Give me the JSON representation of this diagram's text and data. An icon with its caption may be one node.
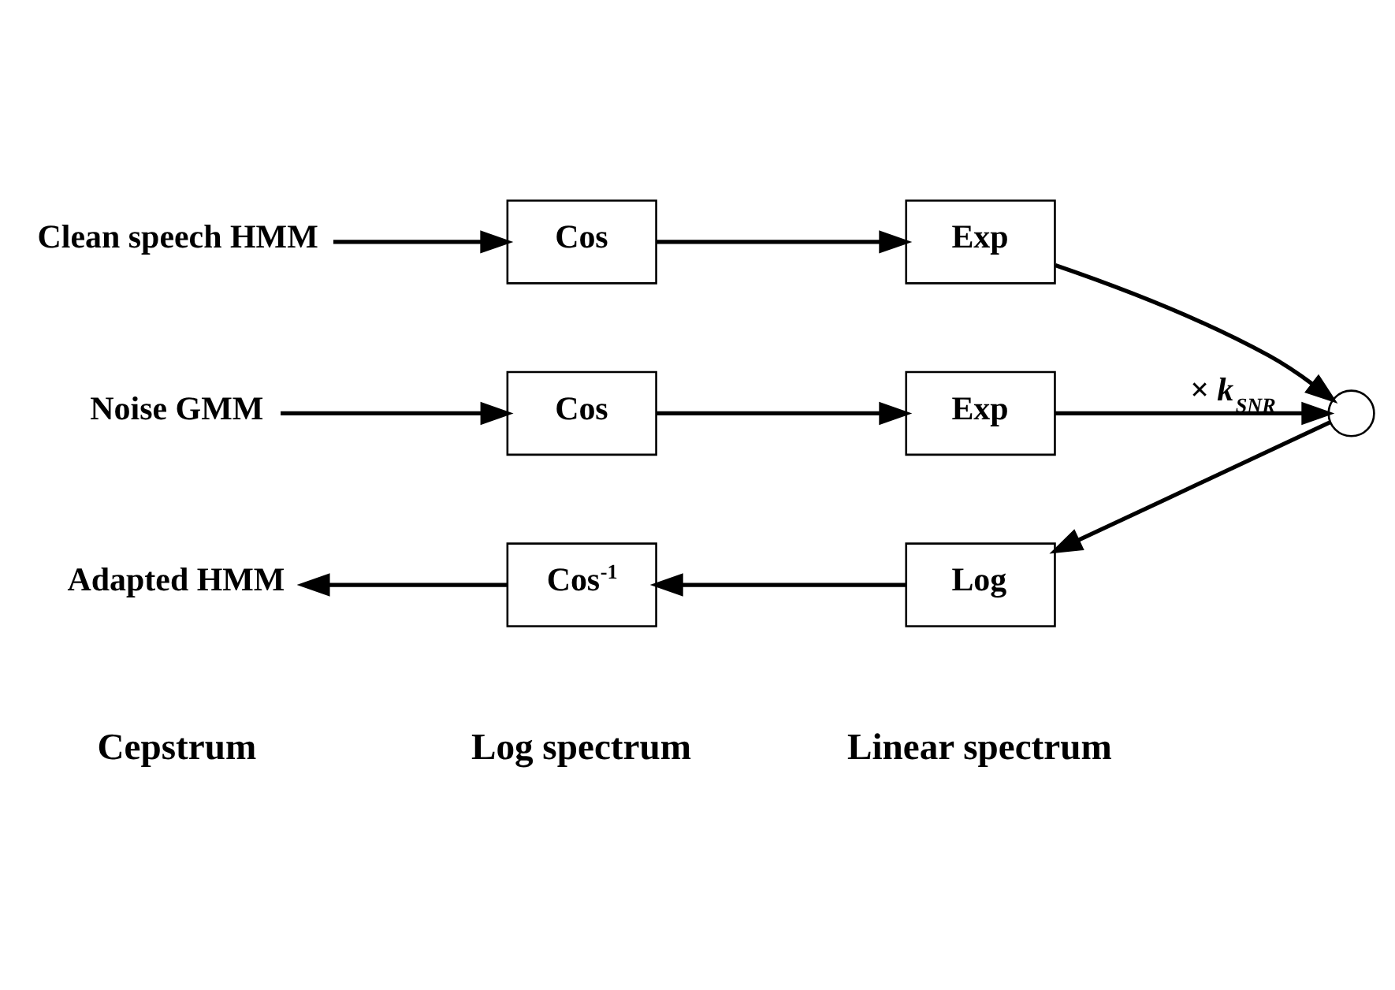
{
  "diagram": {
    "nodes": [
      {
        "text": [
          "Clean speech HMM"
        ]
      },
      {
        "text": [
          "Cos"
        ]
      },
      {
        "text": [
          "Exp"
        ]
      },
      {
        "text": [
          "Noise GMM"
        ]
      },
      {
        "text": [
          "Cos"
        ]
      },
      {
        "text": [
          "Exp"
        ]
      },
      {
        "text": [],
        "shape": "circle"
      },
      {
        "text": [
          "Adapted HMM"
        ]
      },
      {
        "text": [
          "Cos$^{-1}$"
        ]
      },
      {
        "text": [
          "Log"
        ]
      }
    ],
    "edges": [
      {
        "from": 0,
        "to": 1,
        "arrow": "to"
      },
      {
        "from": 1,
        "to": 2,
        "arrow": "to"
      },
      {
        "from": 2,
        "to": 6,
        "arrow": "to"
      },
      {
        "from": 3,
        "to": 4,
        "arrow": "to"
      },
      {
        "from": 4,
        "to": 5,
        "arrow": "to"
      },
      {
        "from": 5,
        "to": 6,
        "arrow": "to",
        "label": "× *k*$_{SNR}$"
      },
      {
        "from": 6,
        "to": 9,
        "arrow": "to"
      },
      {
        "from": 9,
        "to": 8,
        "arrow": "to"
      },
      {
        "from": 8,
        "to": 7,
        "arrow": "to"
      }
    ],
    "labels": [
      "Cepstrum",
      "Log spectrum",
      "Linear spectrum"
    ]
  }
}
